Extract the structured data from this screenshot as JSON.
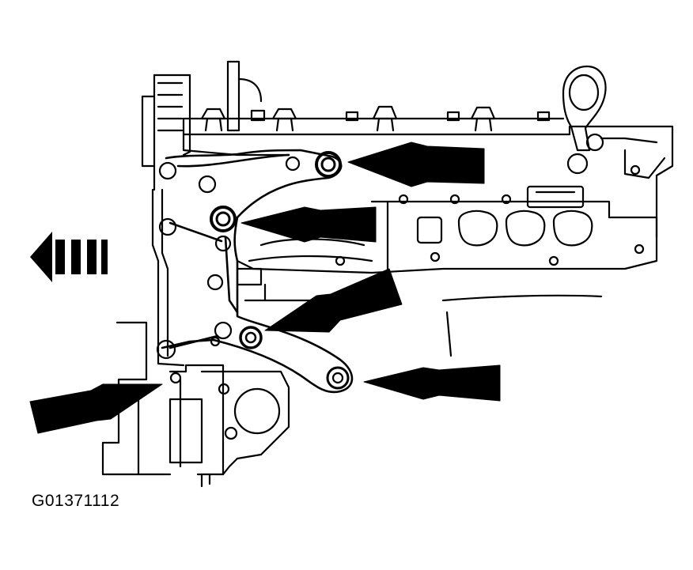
{
  "figure": {
    "id_label": "G01371112",
    "subject": "engine-cylinder-head-bracket",
    "ink_color": "#000000",
    "paper_color": "#ffffff"
  },
  "callouts": [
    {
      "name": "arrow-upper-bolt",
      "points_to": "upper-bracket-bolt"
    },
    {
      "name": "arrow-middle-bolt",
      "points_to": "middle-bracket-bolt"
    },
    {
      "name": "arrow-lower-bolt",
      "points_to": "lower-bracket-bolt"
    },
    {
      "name": "arrow-bracket-end-bolt",
      "points_to": "bracket-end-bolt"
    },
    {
      "name": "arrow-lower-left-bolt",
      "points_to": "lower-left-bolt"
    }
  ],
  "direction_indicator": {
    "name": "front-direction-arrow",
    "icon": "arrow-left-dashed"
  }
}
